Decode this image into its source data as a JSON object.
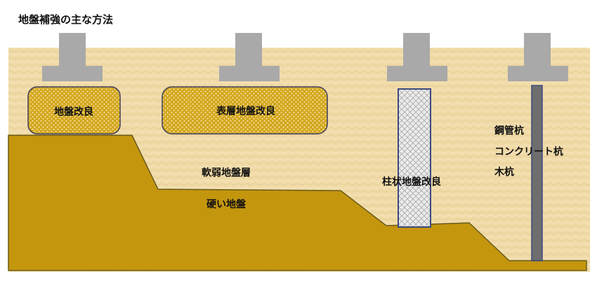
{
  "title": "地盤補強の主な方法",
  "labels": {
    "method_ground_improvement": "地盤改良",
    "method_surface_layer": "表層地盤改良",
    "soft_layer": "軟弱地盤層",
    "hard_ground": "硬い地盤",
    "method_column": "柱状地盤改良",
    "pile_steel": "鋼管杭",
    "pile_concrete": "コンクリート杭",
    "pile_wood": "木杭"
  },
  "colors": {
    "background_panel": "#f0dba8",
    "hard_ground": "#c4960e",
    "improved_soil": "#d4a820",
    "foundation": "#a9a9a9",
    "column": "#e6e6e6",
    "pile": "#6e6e6e"
  }
}
